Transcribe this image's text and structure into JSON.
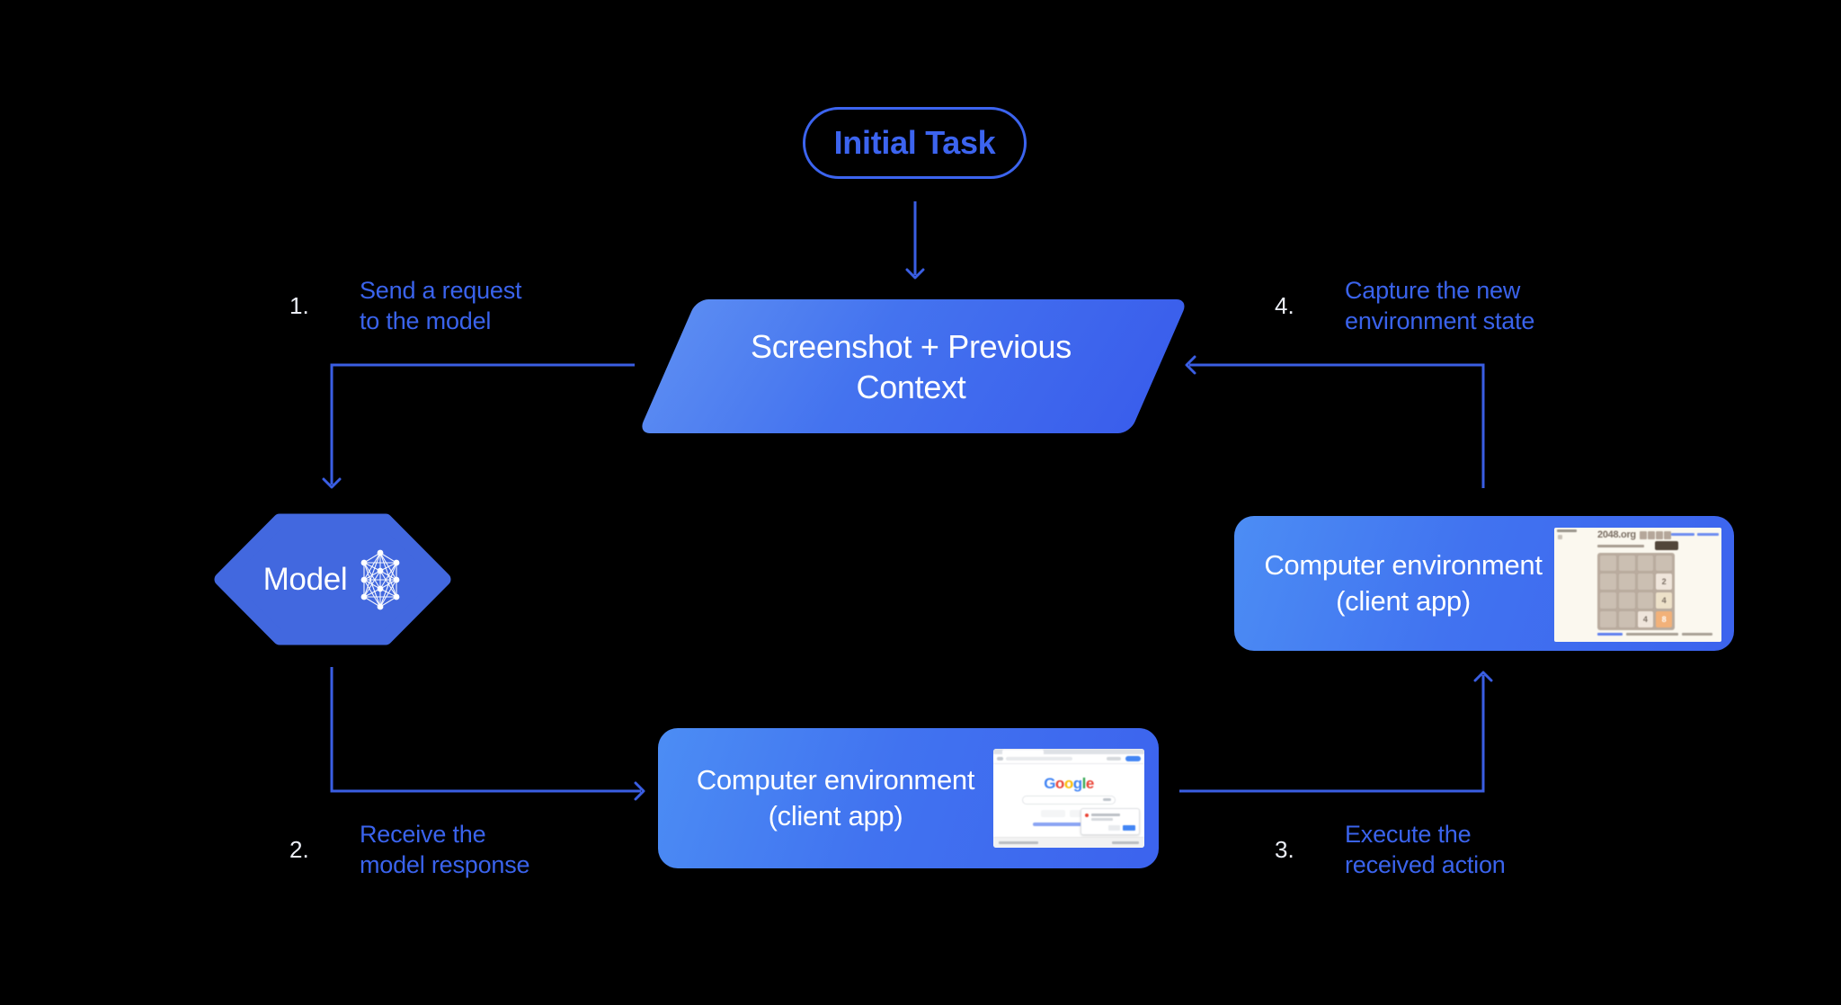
{
  "diagram": {
    "initial_task": {
      "label": "Initial Task"
    },
    "screenshot_context": {
      "line1": "Screenshot + Previous",
      "line2": "Context"
    },
    "model": {
      "label": "Model"
    },
    "env_bottom": {
      "line1": "Computer environment",
      "line2": "(client app)"
    },
    "env_right": {
      "line1": "Computer environment",
      "line2": "(client app)"
    },
    "steps": [
      {
        "num": "1.",
        "line1": "Send a request",
        "line2": "to the model"
      },
      {
        "num": "2.",
        "line1": "Receive the",
        "line2": "model response"
      },
      {
        "num": "3.",
        "line1": "Execute the",
        "line2": "received action"
      },
      {
        "num": "4.",
        "line1": "Capture the new",
        "line2": "environment state"
      }
    ]
  },
  "thumbnails": {
    "google_search": {
      "logo_letters": [
        "G",
        "o",
        "o",
        "g",
        "l",
        "e"
      ]
    },
    "game_2048": {
      "site": "2048.org",
      "tiles": [
        {
          "value": "2"
        },
        {
          "value": "4"
        },
        {
          "value": "4"
        },
        {
          "value": "8"
        }
      ]
    }
  },
  "colors": {
    "background": "#000000",
    "accent_blue": "#3C64EF",
    "arrow_blue": "#3A5EE3",
    "label_blue": "#3A63EC",
    "shape_gradient_light": "#4C8DF4",
    "shape_gradient_dark": "#3A5EEC",
    "hexagon_blue": "#4268DF",
    "white": "#FFFFFF",
    "tile_orange": "#F2B179",
    "tile_cream": "#EFE5DB",
    "board_tan": "#B9AB9E"
  }
}
